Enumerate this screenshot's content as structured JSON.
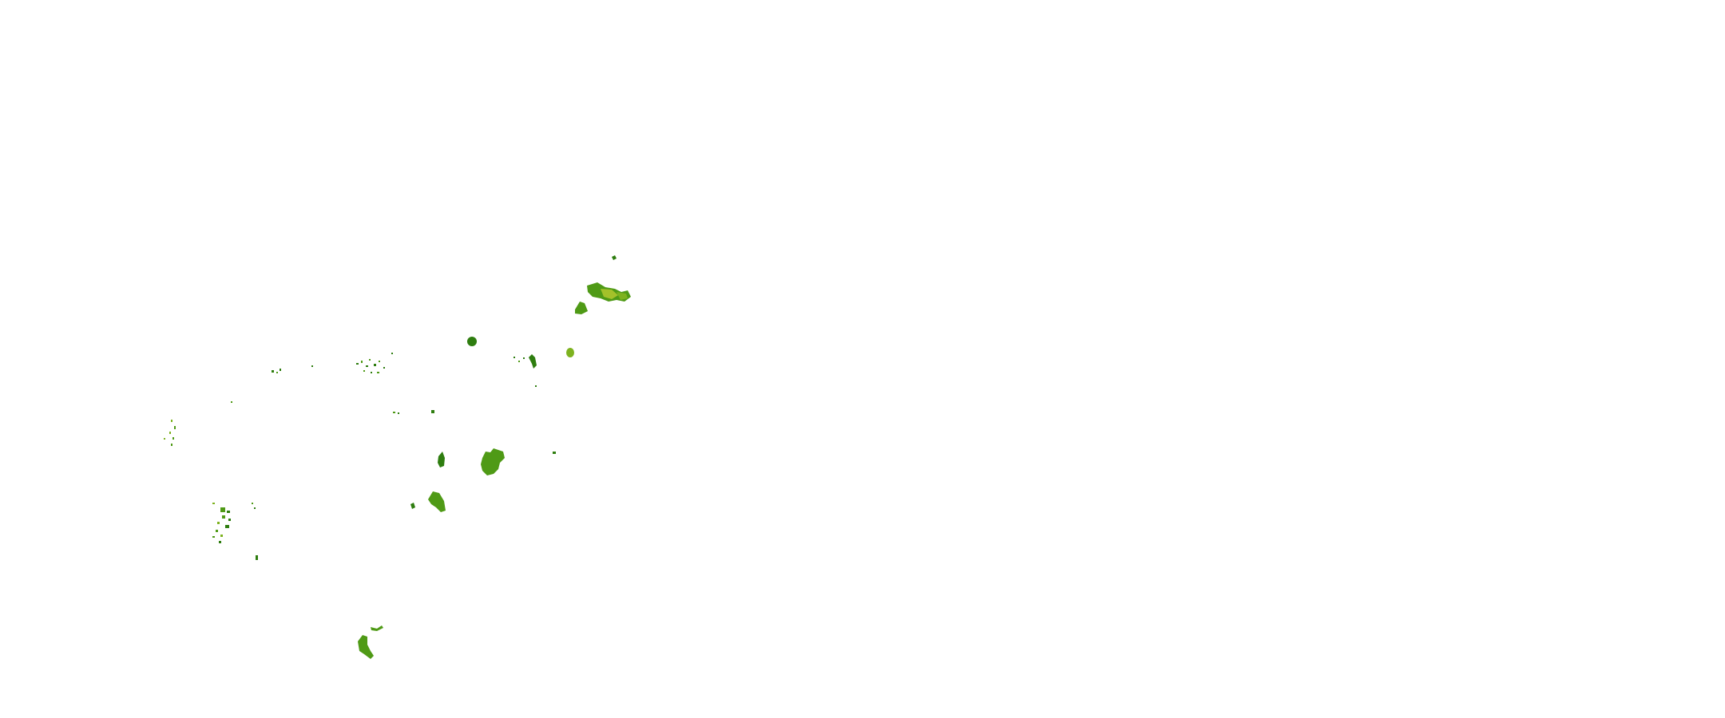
{
  "map": {
    "background_color": "#ffffff",
    "palette": {
      "dark_green": "#2e7d0f",
      "mid_green": "#4f9a16",
      "light_green": "#7db21f",
      "yellow_green": "#a3c12a"
    },
    "features": [
      {
        "name": "island-cluster-northeast",
        "color_key": "mid_green"
      },
      {
        "name": "island-northeast-small",
        "color_key": "mid_green"
      },
      {
        "name": "island-tiny-top",
        "color_key": "dark_green"
      },
      {
        "name": "island-round-upper",
        "color_key": "dark_green"
      },
      {
        "name": "island-oval-light",
        "color_key": "light_green"
      },
      {
        "name": "island-arc-upper",
        "color_key": "dark_green"
      },
      {
        "name": "islets-scattered-mid",
        "color_key": "dark_green"
      },
      {
        "name": "islets-scattered-west",
        "color_key": "dark_green"
      },
      {
        "name": "island-large-central",
        "color_key": "mid_green"
      },
      {
        "name": "island-small-central",
        "color_key": "dark_green"
      },
      {
        "name": "island-lower-central",
        "color_key": "mid_green"
      },
      {
        "name": "island-dot-east",
        "color_key": "dark_green"
      },
      {
        "name": "islets-scattered-southwest",
        "color_key": "dark_green"
      },
      {
        "name": "island-south",
        "color_key": "mid_green"
      }
    ]
  }
}
